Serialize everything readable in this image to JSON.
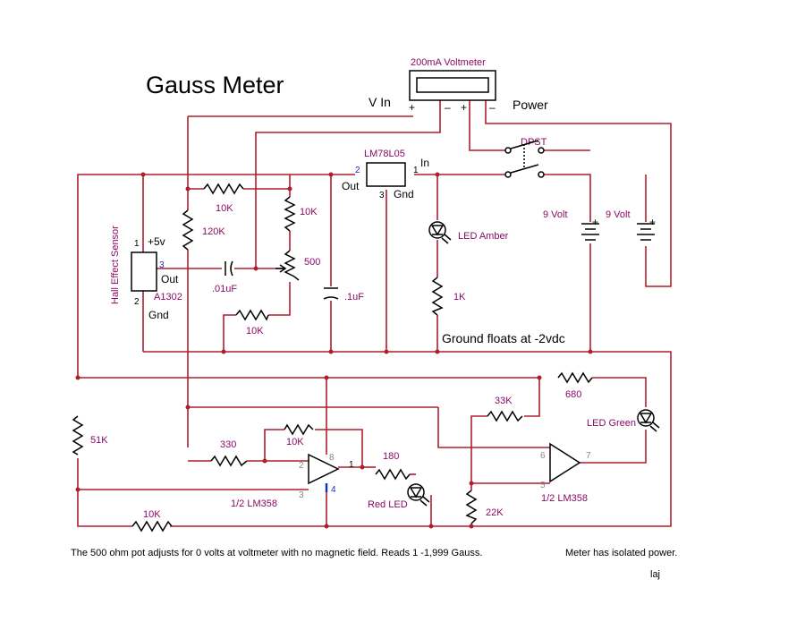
{
  "title": "Gauss Meter",
  "voltmeter": {
    "label": "200mA Voltmeter",
    "v_in": "V In",
    "power": "Power",
    "plus": "+",
    "minus": "–"
  },
  "switch": {
    "label": "DPST"
  },
  "regulator": {
    "label": "LM78L05",
    "pin_out": "2",
    "pin_in": "1",
    "pin_gnd": "3",
    "out": "Out",
    "in": "In",
    "gnd": "Gnd"
  },
  "batteries": {
    "b1": "9 Volt",
    "b2": "9 Volt",
    "plus": "+"
  },
  "led_amber": {
    "label": "LED Amber"
  },
  "sensor": {
    "label": "Hall Effect Sensor",
    "part": "A1302",
    "pin1": "1",
    "pin2": "2",
    "pin3": "3",
    "v5": "+5v",
    "out": "Out",
    "gnd": "Gnd"
  },
  "resistors": {
    "r10k_top": "10K",
    "r120k": "120K",
    "r10k_right": "10K",
    "pot500": "500",
    "r10k_bottom": "10K",
    "r1k": "1K",
    "r51k": "51K",
    "r330": "330",
    "r10k_fb": "10K",
    "r180": "180",
    "r10k_low": "10K",
    "r33k": "33K",
    "r680": "680",
    "r22k": "22K"
  },
  "capacitors": {
    "c01": ".01uF",
    "c1": ".1uF"
  },
  "ground_note": "Ground floats at -2vdc",
  "opamp1": {
    "label": "1/2 LM358",
    "pin2": "2",
    "pin3": "3",
    "pin8": "8",
    "pin1": "1",
    "pin4": "4"
  },
  "opamp2": {
    "label": "1/2 LM358",
    "pin6": "6",
    "pin5": "5",
    "pin7": "7"
  },
  "led_red": {
    "label": "Red LED"
  },
  "led_green": {
    "label": "LED Green"
  },
  "footer": {
    "note": "The 500 ohm pot adjusts for 0 volts at voltmeter with no magnetic field.  Reads 1 -1,999 Gauss.",
    "isolated": "Meter has isolated power.",
    "initials": "laj"
  },
  "colors": {
    "wire": "#b01e2c",
    "label": "#8a0a66",
    "pin_blue": "#1a2fb8"
  }
}
